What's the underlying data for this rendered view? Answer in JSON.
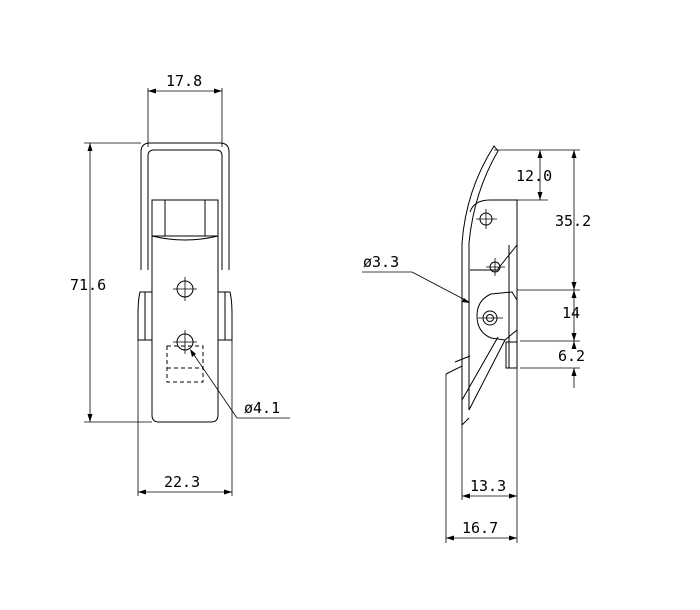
{
  "front_view": {
    "width_top": "17.8",
    "height": "71.6",
    "width_bottom": "22.3",
    "hole_dia": "ø4.1"
  },
  "side_view": {
    "hook_height": "12.0",
    "overall_height": "35.2",
    "pivot_dia": "ø3.3",
    "pivot_offset": "14",
    "base_offset": "6.2",
    "depth_inner": "13.3",
    "depth_outer": "16.7"
  }
}
